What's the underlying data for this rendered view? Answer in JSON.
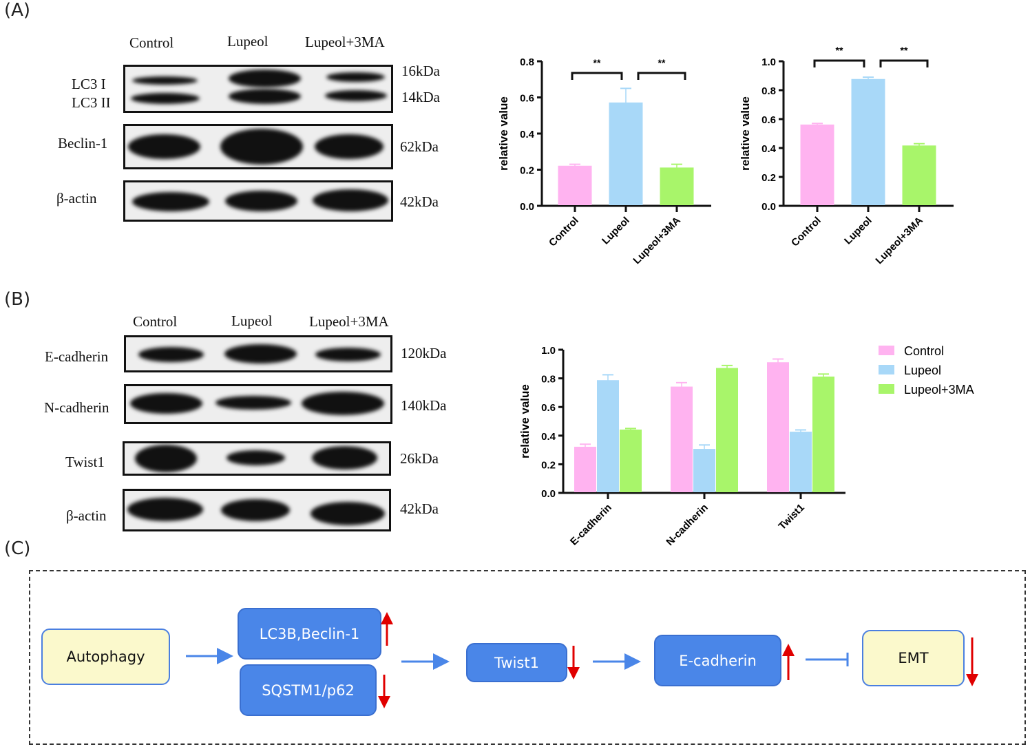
{
  "panels": {
    "a": "(A)",
    "b": "(B)",
    "c": "(C)"
  },
  "blotA": {
    "lanes": [
      "Control",
      "Lupeol",
      "Lupeol+3MA"
    ],
    "rows": [
      {
        "label": "LC3 I",
        "label2": "LC3 II",
        "kda": "16kDa",
        "kda2": "14kDa"
      },
      {
        "label": "Beclin-1",
        "kda": "62kDa"
      },
      {
        "label": "β-actin",
        "kda": "42kDa"
      }
    ]
  },
  "blotB": {
    "lanes": [
      "Control",
      "Lupeol",
      "Lupeol+3MA"
    ],
    "rows": [
      {
        "label": "E-cadherin",
        "kda": "120kDa"
      },
      {
        "label": "N-cadherin",
        "kda": "140kDa"
      },
      {
        "label": "Twist1",
        "kda": "26kDa"
      },
      {
        "label": "β-actin",
        "kda": "42kDa"
      }
    ]
  },
  "chart_data": [
    {
      "type": "bar",
      "title": "",
      "xlabel": "",
      "ylabel": "relative value",
      "ylim": [
        0,
        0.8
      ],
      "yticks": [
        "0.0",
        "0.2",
        "0.4",
        "0.6",
        "0.8"
      ],
      "categories": [
        "Control",
        "Lupeol",
        "Lupeol+3MA"
      ],
      "values": [
        0.22,
        0.57,
        0.21
      ],
      "errors": [
        0.01,
        0.08,
        0.02
      ],
      "colors": [
        "#ffb3f0",
        "#a8d8f8",
        "#a8f56a"
      ],
      "significance": [
        {
          "from": "Control",
          "to": "Lupeol",
          "label": "**"
        },
        {
          "from": "Lupeol",
          "to": "Lupeol+3MA",
          "label": "**"
        }
      ]
    },
    {
      "type": "bar",
      "title": "",
      "xlabel": "",
      "ylabel": "relative value",
      "ylim": [
        0,
        1.0
      ],
      "yticks": [
        "0.0",
        "0.2",
        "0.4",
        "0.6",
        "0.8",
        "1.0"
      ],
      "categories": [
        "Control",
        "Lupeol",
        "Lupeol+3MA"
      ],
      "values": [
        0.56,
        0.875,
        0.415
      ],
      "errors": [
        0.01,
        0.015,
        0.015
      ],
      "colors": [
        "#ffb3f0",
        "#a8d8f8",
        "#a8f56a"
      ],
      "significance": [
        {
          "from": "Control",
          "to": "Lupeol",
          "label": "**"
        },
        {
          "from": "Lupeol",
          "to": "Lupeol+3MA",
          "label": "**"
        }
      ]
    },
    {
      "type": "bar",
      "title": "",
      "xlabel": "",
      "ylabel": "relative value",
      "ylim": [
        0,
        1.0
      ],
      "yticks": [
        "0.0",
        "0.2",
        "0.4",
        "0.6",
        "0.8",
        "1.0"
      ],
      "categories": [
        "E-cadherin",
        "N-cadherin",
        "Twist1"
      ],
      "legend_position": "top-right",
      "series": [
        {
          "name": "Control",
          "color": "#ffb3f0",
          "values": [
            0.32,
            0.74,
            0.91
          ],
          "errors": [
            0.02,
            0.03,
            0.025
          ]
        },
        {
          "name": "Lupeol",
          "color": "#a8d8f8",
          "values": [
            0.785,
            0.305,
            0.425
          ],
          "errors": [
            0.04,
            0.03,
            0.015
          ]
        },
        {
          "name": "Lupeol+3MA",
          "color": "#a8f56a",
          "values": [
            0.44,
            0.87,
            0.81
          ],
          "errors": [
            0.01,
            0.02,
            0.02
          ]
        }
      ]
    }
  ],
  "diagram": {
    "autophagy": "Autophagy",
    "lc3b": "LC3B,Beclin-1",
    "p62": "SQSTM1/p62",
    "twist": "Twist1",
    "ecad": "E-cadherin",
    "emt": "EMT",
    "arrow_color": "#4a86e8",
    "updown_color": "#e00000"
  }
}
